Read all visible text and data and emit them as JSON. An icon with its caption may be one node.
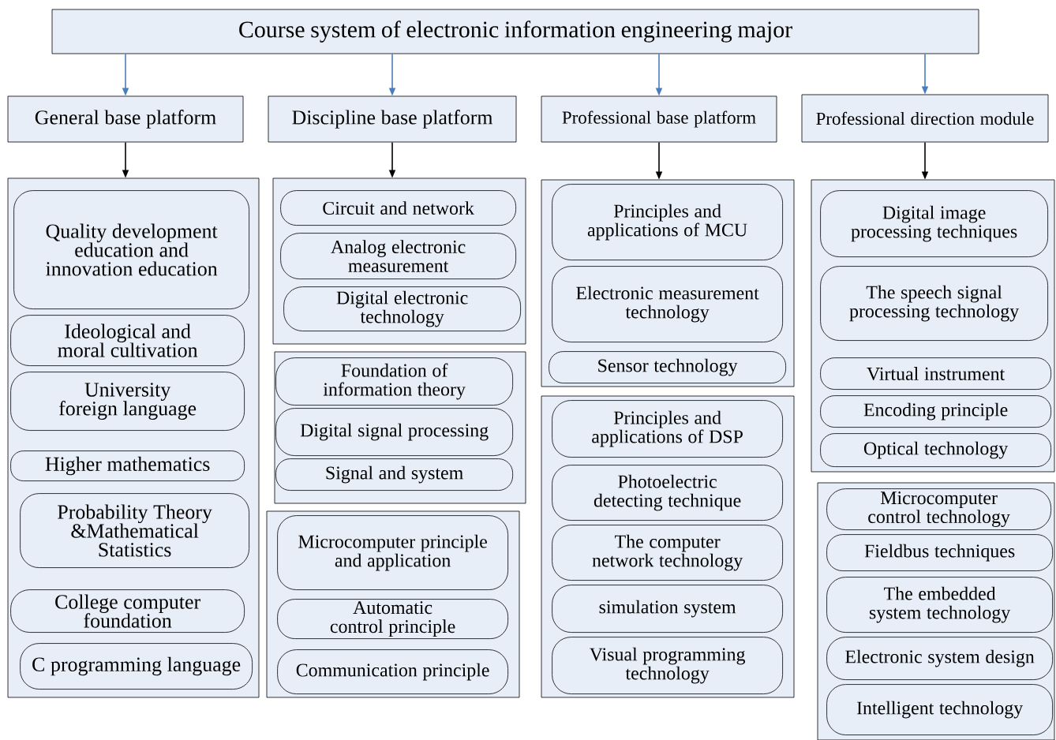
{
  "diagram": {
    "nodes": [
      {
        "text": [
          "Course system of electronic information engineering major"
        ]
      },
      {
        "text": [
          "General base platform"
        ]
      },
      {
        "text": [
          "Discipline base platform"
        ]
      },
      {
        "text": [
          "Professional base platform"
        ]
      },
      {
        "text": [
          "Professional direction module"
        ]
      },
      {
        "text": [],
        "shape": "box"
      },
      {
        "text": [
          "Quality development education and innovation education"
        ],
        "in": 5
      },
      {
        "text": [
          "Ideological and moral cultivation"
        ],
        "in": 5
      },
      {
        "text": [
          "University foreign language"
        ],
        "in": 5
      },
      {
        "text": [
          "Higher mathematics"
        ],
        "in": 5
      },
      {
        "text": [
          "Probability Theory &Mathematical Statistics"
        ],
        "in": 5
      },
      {
        "text": [
          "College computer foundation"
        ],
        "in": 5
      },
      {
        "text": [
          "C programming language"
        ],
        "in": 5
      },
      {
        "text": [],
        "shape": "box"
      },
      {
        "text": [
          "Circuit and network"
        ],
        "in": 13
      },
      {
        "text": [
          "Analog electronic measurement"
        ],
        "in": 13
      },
      {
        "text": [
          "Digital electronic technology"
        ],
        "in": 13
      },
      {
        "text": [],
        "shape": "box"
      },
      {
        "text": [
          "Foundation of information theory"
        ],
        "in": 17
      },
      {
        "text": [
          "Digital signal processing"
        ],
        "in": 17
      },
      {
        "text": [
          "Signal and system"
        ],
        "in": 17
      },
      {
        "text": [],
        "shape": "box"
      },
      {
        "text": [
          "Microcomputer principle and application"
        ],
        "in": 21
      },
      {
        "text": [
          "Automatic control principle"
        ],
        "in": 21
      },
      {
        "text": [
          "Communication principle"
        ],
        "in": 21
      },
      {
        "text": [],
        "shape": "box"
      },
      {
        "text": [
          "Principles and applications of MCU"
        ],
        "in": 25
      },
      {
        "text": [
          "Electronic measurement technology"
        ],
        "in": 25
      },
      {
        "text": [
          "Sensor technology"
        ],
        "in": 25
      },
      {
        "text": [],
        "shape": "box"
      },
      {
        "text": [
          "Principles and applications of DSP"
        ],
        "in": 29
      },
      {
        "text": [
          "Photoelectric detecting technique"
        ],
        "in": 29
      },
      {
        "text": [
          "The computer network technology"
        ],
        "in": 29
      },
      {
        "text": [
          "simulation system"
        ],
        "in": 29
      },
      {
        "text": [
          "Visual programming technology"
        ],
        "in": 29
      },
      {
        "text": [],
        "shape": "box"
      },
      {
        "text": [
          "Digital image processing techniques"
        ],
        "in": 35
      },
      {
        "text": [
          "The speech signal processing technology"
        ],
        "in": 35
      },
      {
        "text": [
          "Virtual instrument"
        ],
        "in": 35
      },
      {
        "text": [
          "Encoding principle"
        ],
        "in": 35
      },
      {
        "text": [
          "Optical technology"
        ],
        "in": 35
      },
      {
        "text": [],
        "shape": "box"
      },
      {
        "text": [
          "Microcomputer control technology"
        ],
        "in": 41
      },
      {
        "text": [
          "Fieldbus techniques"
        ],
        "in": 41
      },
      {
        "text": [
          "The embedded system technology"
        ],
        "in": 41
      },
      {
        "text": [
          "Electronic system design"
        ],
        "in": 41
      },
      {
        "text": [
          "Intelligent technology"
        ],
        "in": 41
      }
    ],
    "edges": [
      {
        "from": 0,
        "to": 1,
        "arrow": "to",
        "color": "#4a7ebb"
      },
      {
        "from": 0,
        "to": 2,
        "arrow": "to",
        "color": "#4a7ebb"
      },
      {
        "from": 0,
        "to": 3,
        "arrow": "to",
        "color": "#4a7ebb"
      },
      {
        "from": 0,
        "to": 4,
        "arrow": "to",
        "color": "#4a7ebb"
      },
      {
        "from": 1,
        "to": 5,
        "arrow": "to",
        "color": "#000000"
      },
      {
        "from": 2,
        "to": 13,
        "arrow": "to",
        "color": "#000000"
      },
      {
        "from": 3,
        "to": 25,
        "arrow": "to",
        "color": "#000000"
      },
      {
        "from": 4,
        "to": 35,
        "arrow": "to",
        "color": "#000000"
      }
    ]
  }
}
